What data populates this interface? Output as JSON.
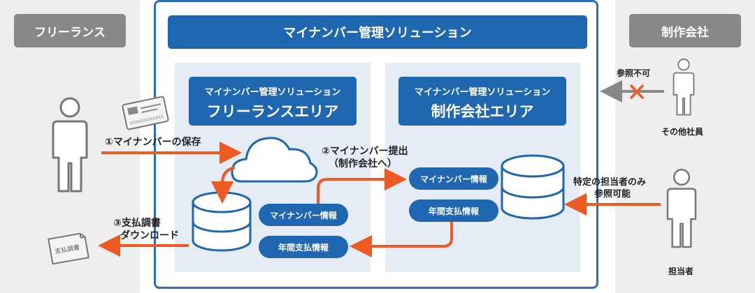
{
  "left_panel": {
    "label": "フリーランス"
  },
  "right_panel": {
    "label": "制作会社"
  },
  "main": {
    "title": "マイナンバー管理ソリューション"
  },
  "freelance_area": {
    "subtitle": "マイナンバー管理ソリューション",
    "title": "フリーランスエリア"
  },
  "company_area": {
    "subtitle": "マイナンバー管理ソリューション",
    "title": "制作会社エリア"
  },
  "pills": {
    "left_mynumber": "マイナンバー情報",
    "left_payment": "年間支払情報",
    "right_mynumber": "マイナンバー情報",
    "right_payment": "年間支払情報"
  },
  "steps": {
    "save": "①マイナンバーの保存",
    "submit_line1": "②マイナンバー提出",
    "submit_line2": "（制作会社へ）",
    "download_line1": "③支払調書",
    "download_line2": "ダウンロード"
  },
  "card_number": "XXXXXXXXXXXX",
  "document_label": "支払調書",
  "right_texts": {
    "no_access": "参照不可",
    "other_staff": "その他社員",
    "only_person_line1": "特定の担当者のみ",
    "only_person_line2": "参照可能",
    "person": "担当者"
  },
  "colors": {
    "blue": "#1f67b1",
    "orange": "#ee5a24",
    "grey": "#888888",
    "area_bg": "#e6ecf5"
  }
}
